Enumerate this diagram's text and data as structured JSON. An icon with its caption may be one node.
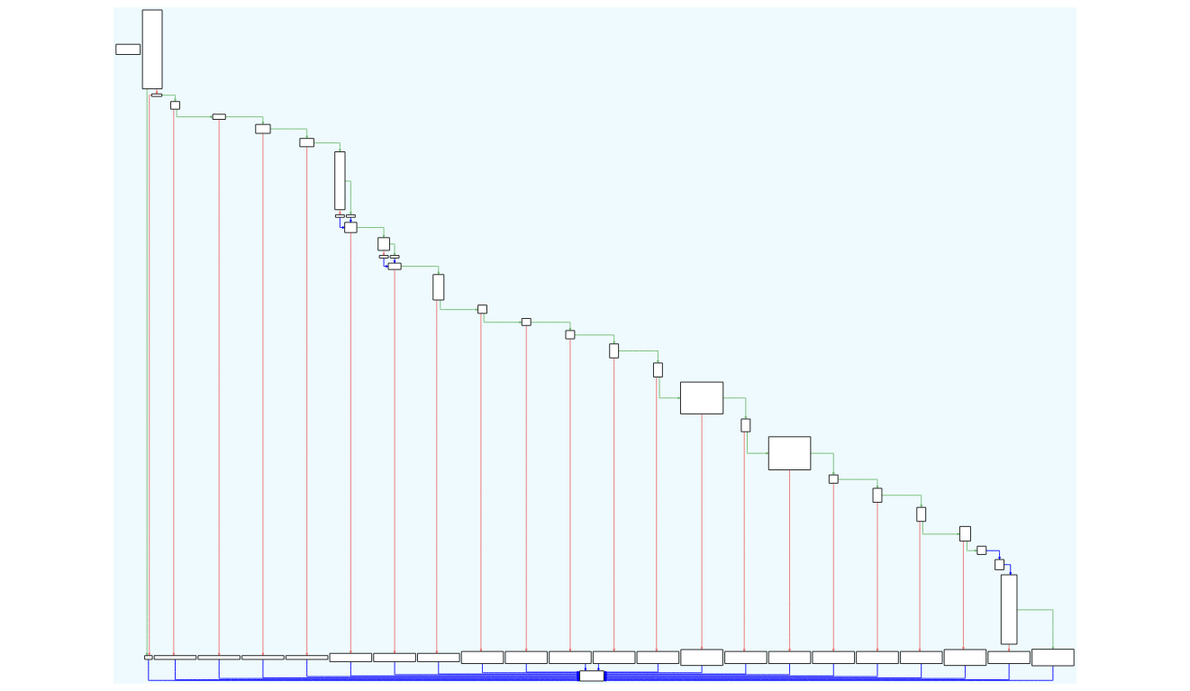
{
  "diagram": {
    "nodes": [
      {
        "text": [],
        "shape": "box"
      },
      {
        "text": [],
        "shape": "box"
      },
      {
        "text": [],
        "shape": "box"
      },
      {
        "text": [],
        "shape": "box"
      },
      {
        "text": [],
        "shape": "box"
      },
      {
        "text": [],
        "shape": "box"
      },
      {
        "text": [],
        "shape": "box"
      },
      {
        "text": [],
        "shape": "box"
      },
      {
        "text": [],
        "shape": "box"
      },
      {
        "text": [],
        "shape": "box"
      },
      {
        "text": [],
        "shape": "box"
      },
      {
        "text": [],
        "shape": "box"
      },
      {
        "text": [],
        "shape": "box"
      },
      {
        "text": [],
        "shape": "box"
      },
      {
        "text": [],
        "shape": "box"
      },
      {
        "text": [],
        "shape": "box"
      },
      {
        "text": [],
        "shape": "box"
      },
      {
        "text": [],
        "shape": "box"
      },
      {
        "text": [],
        "shape": "box"
      },
      {
        "text": [],
        "shape": "box"
      },
      {
        "text": [],
        "shape": "box"
      },
      {
        "text": [],
        "shape": "box"
      },
      {
        "text": [],
        "shape": "box"
      },
      {
        "text": [],
        "shape": "box"
      },
      {
        "text": [],
        "shape": "box"
      },
      {
        "text": [],
        "shape": "box"
      },
      {
        "text": [],
        "shape": "box"
      },
      {
        "text": [],
        "shape": "box"
      },
      {
        "text": [],
        "shape": "box"
      },
      {
        "text": [],
        "shape": "box"
      },
      {
        "text": [],
        "shape": "box"
      },
      {
        "text": [],
        "shape": "box"
      },
      {
        "text": [],
        "shape": "box"
      },
      {
        "text": [],
        "shape": "box"
      },
      {
        "text": [],
        "shape": "box"
      },
      {
        "text": [],
        "shape": "box"
      },
      {
        "text": [],
        "shape": "box"
      },
      {
        "text": [],
        "shape": "box"
      },
      {
        "text": [],
        "shape": "box"
      },
      {
        "text": [],
        "shape": "box"
      },
      {
        "text": [],
        "shape": "box"
      },
      {
        "text": [],
        "shape": "box"
      },
      {
        "text": [],
        "shape": "box"
      },
      {
        "text": [],
        "shape": "box"
      },
      {
        "text": [],
        "shape": "box"
      },
      {
        "text": [],
        "shape": "box"
      },
      {
        "text": [],
        "shape": "box"
      },
      {
        "text": [],
        "shape": "box"
      },
      {
        "text": [],
        "shape": "box"
      },
      {
        "text": [],
        "shape": "box"
      },
      {
        "text": [],
        "shape": "box"
      },
      {
        "text": [],
        "shape": "box"
      },
      {
        "text": [],
        "shape": "box"
      },
      {
        "text": [],
        "shape": "box"
      }
    ],
    "edges": [
      {
        "from": 1,
        "to": 31,
        "arrow": "to",
        "color": "#70b870"
      },
      {
        "from": 1,
        "to": 2,
        "arrow": "to",
        "color": "#f07070"
      },
      {
        "from": 2,
        "to": 31,
        "arrow": "to",
        "color": "#f07070"
      },
      {
        "from": 2,
        "to": 3,
        "arrow": "to",
        "color": "#70b870"
      },
      {
        "from": 3,
        "to": 32,
        "arrow": "to",
        "color": "#f07070"
      },
      {
        "from": 3,
        "to": 4,
        "arrow": "to",
        "color": "#70b870"
      },
      {
        "from": 4,
        "to": 33,
        "arrow": "to",
        "color": "#f07070"
      },
      {
        "from": 4,
        "to": 5,
        "arrow": "to",
        "color": "#70b870"
      },
      {
        "from": 5,
        "to": 34,
        "arrow": "to",
        "color": "#f07070"
      },
      {
        "from": 5,
        "to": 6,
        "arrow": "to",
        "color": "#70b870"
      },
      {
        "from": 6,
        "to": 35,
        "arrow": "to",
        "color": "#f07070"
      },
      {
        "from": 6,
        "to": 7,
        "arrow": "to",
        "color": "#70b870"
      },
      {
        "from": 7,
        "to": 8,
        "arrow": "to",
        "color": "#f07070"
      },
      {
        "from": 7,
        "to": 9,
        "arrow": "to",
        "color": "#70b870"
      },
      {
        "from": 8,
        "to": 10,
        "arrow": "to"
      },
      {
        "from": 9,
        "to": 10,
        "arrow": "to"
      },
      {
        "from": 10,
        "to": 36,
        "arrow": "to",
        "color": "#f07070"
      },
      {
        "from": 10,
        "to": 11,
        "arrow": "to",
        "color": "#70b870"
      },
      {
        "from": 11,
        "to": 12,
        "arrow": "to",
        "color": "#f07070"
      },
      {
        "from": 11,
        "to": 13,
        "arrow": "to",
        "color": "#70b870"
      },
      {
        "from": 12,
        "to": 14,
        "arrow": "to"
      },
      {
        "from": 13,
        "to": 14,
        "arrow": "to"
      },
      {
        "from": 14,
        "to": 37,
        "arrow": "to",
        "color": "#f07070"
      },
      {
        "from": 14,
        "to": 15,
        "arrow": "to",
        "color": "#70b870"
      },
      {
        "from": 15,
        "to": 38,
        "arrow": "to",
        "color": "#f07070"
      },
      {
        "from": 15,
        "to": 16,
        "arrow": "to",
        "color": "#70b870"
      },
      {
        "from": 16,
        "to": 39,
        "arrow": "to",
        "color": "#f07070"
      },
      {
        "from": 16,
        "to": 17,
        "arrow": "to",
        "color": "#70b870"
      },
      {
        "from": 17,
        "to": 40,
        "arrow": "to",
        "color": "#f07070"
      },
      {
        "from": 17,
        "to": 18,
        "arrow": "to",
        "color": "#70b870"
      },
      {
        "from": 18,
        "to": 41,
        "arrow": "to",
        "color": "#f07070"
      },
      {
        "from": 18,
        "to": 19,
        "arrow": "to",
        "color": "#70b870"
      },
      {
        "from": 19,
        "to": 42,
        "arrow": "to",
        "color": "#f07070"
      },
      {
        "from": 19,
        "to": 20,
        "arrow": "to",
        "color": "#70b870"
      },
      {
        "from": 20,
        "to": 43,
        "arrow": "to",
        "color": "#f07070"
      },
      {
        "from": 20,
        "to": 21,
        "arrow": "to",
        "color": "#70b870"
      },
      {
        "from": 21,
        "to": 44,
        "arrow": "to",
        "color": "#f07070"
      },
      {
        "from": 21,
        "to": 22,
        "arrow": "to",
        "color": "#70b870"
      },
      {
        "from": 22,
        "to": 45,
        "arrow": "to",
        "color": "#f07070"
      },
      {
        "from": 22,
        "to": 23,
        "arrow": "to",
        "color": "#70b870"
      },
      {
        "from": 23,
        "to": 46,
        "arrow": "to",
        "color": "#f07070"
      },
      {
        "from": 23,
        "to": 24,
        "arrow": "to",
        "color": "#70b870"
      },
      {
        "from": 24,
        "to": 47,
        "arrow": "to",
        "color": "#f07070"
      },
      {
        "from": 24,
        "to": 25,
        "arrow": "to",
        "color": "#70b870"
      },
      {
        "from": 25,
        "to": 48,
        "arrow": "to",
        "color": "#f07070"
      },
      {
        "from": 25,
        "to": 26,
        "arrow": "to",
        "color": "#70b870"
      },
      {
        "from": 26,
        "to": 49,
        "arrow": "to",
        "color": "#f07070"
      },
      {
        "from": 26,
        "to": 27,
        "arrow": "to",
        "color": "#70b870"
      },
      {
        "from": 27,
        "to": 50,
        "arrow": "to",
        "color": "#f07070"
      },
      {
        "from": 27,
        "to": 28,
        "arrow": "to",
        "color": "#70b870"
      },
      {
        "from": 28,
        "to": 29,
        "arrow": "to"
      },
      {
        "from": 29,
        "to": 30,
        "arrow": "to"
      },
      {
        "from": 30,
        "to": 51,
        "arrow": "to",
        "color": "#f07070"
      },
      {
        "from": 30,
        "to": 52,
        "arrow": "to",
        "color": "#70b870"
      },
      {
        "from": 31,
        "to": 53,
        "arrow": "to"
      },
      {
        "from": 32,
        "to": 53,
        "arrow": "to"
      },
      {
        "from": 33,
        "to": 53,
        "arrow": "to"
      },
      {
        "from": 34,
        "to": 53,
        "arrow": "to"
      },
      {
        "from": 35,
        "to": 53,
        "arrow": "to"
      },
      {
        "from": 36,
        "to": 53,
        "arrow": "to"
      },
      {
        "from": 37,
        "to": 53,
        "arrow": "to"
      },
      {
        "from": 38,
        "to": 53,
        "arrow": "to"
      },
      {
        "from": 39,
        "to": 53,
        "arrow": "to"
      },
      {
        "from": 40,
        "to": 53,
        "arrow": "to"
      },
      {
        "from": 41,
        "to": 53,
        "arrow": "to"
      },
      {
        "from": 42,
        "to": 53,
        "arrow": "to"
      },
      {
        "from": 43,
        "to": 53,
        "arrow": "to"
      },
      {
        "from": 44,
        "to": 53,
        "arrow": "to"
      },
      {
        "from": 45,
        "to": 53,
        "arrow": "to"
      },
      {
        "from": 46,
        "to": 53,
        "arrow": "to"
      },
      {
        "from": 47,
        "to": 53,
        "arrow": "to"
      },
      {
        "from": 48,
        "to": 53,
        "arrow": "to"
      },
      {
        "from": 49,
        "to": 53,
        "arrow": "to"
      },
      {
        "from": 50,
        "to": 53,
        "arrow": "to"
      },
      {
        "from": 51,
        "to": 53,
        "arrow": "to"
      },
      {
        "from": 52,
        "to": 53,
        "arrow": "to"
      }
    ]
  }
}
